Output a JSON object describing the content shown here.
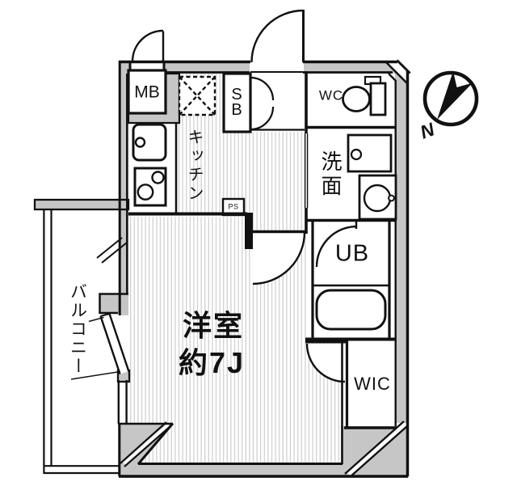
{
  "plan": {
    "title": "apartment-floor-plan",
    "labels": {
      "meter_box": "MB",
      "shoe_box": "SB",
      "kitchen": "キッチン",
      "pipe_space": "PS",
      "toilet": "WC",
      "washroom": "洗面",
      "unit_bath": "UB",
      "walk_in_closet": "WIC",
      "main_room": "洋室",
      "main_room_size": "約7J",
      "balcony": "バルコニー",
      "north": "N"
    },
    "colors": {
      "wall_fill": "#c6c6c6",
      "line": "#111111",
      "floor_stripe": "#d4d4d4",
      "background": "#ffffff"
    }
  }
}
